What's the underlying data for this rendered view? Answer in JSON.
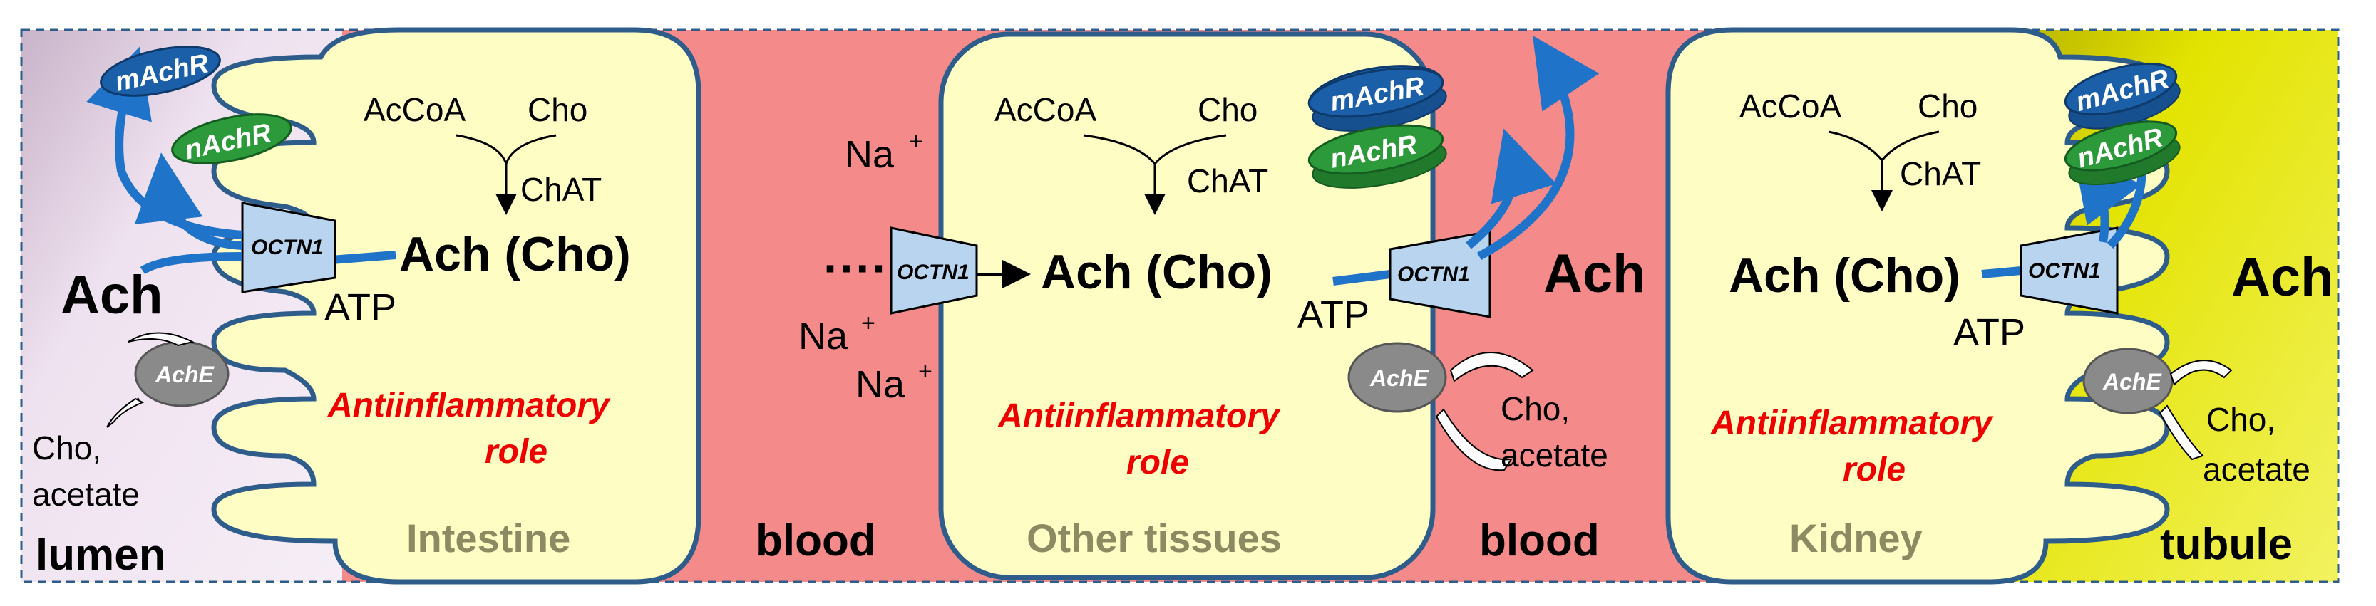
{
  "regions": {
    "lumen": "lumen",
    "blood_left": "blood",
    "blood_right": "blood",
    "tubule": "tubule"
  },
  "tissues": {
    "intestine": "Intestine",
    "other": "Other tissues",
    "kidney": "Kidney"
  },
  "labels": {
    "accoa": "AcCoA",
    "cho": "Cho",
    "chat": "ChAT",
    "ach_cho": "Ach (Cho)",
    "ach": "Ach",
    "atp": "ATP",
    "octn1": "OCTN1",
    "mAchR": "mAchR",
    "nAchR": "nAchR",
    "ache": "AchE",
    "cho_comma": "Cho,",
    "acetate": "acetate",
    "anti1": "Antiinflammatory",
    "anti2": "role",
    "na": "Na",
    "plus": "+",
    "dots": "····"
  },
  "colors": {
    "blood": "#f48a8a",
    "cell": "#fdfdc4",
    "cell_border": "#2e5d8c",
    "arrow_blue": "#1f73c8",
    "transporter": "#b9d4ee",
    "mAchR": "#1b5fa8",
    "nAchR": "#2c9a3a",
    "ache": "#8a8a8a",
    "lumen_tint": "#efe2f0",
    "tubule_tint": "#e6e600",
    "red_text": "#ee0000",
    "tissue_text": "#8c8a63"
  }
}
